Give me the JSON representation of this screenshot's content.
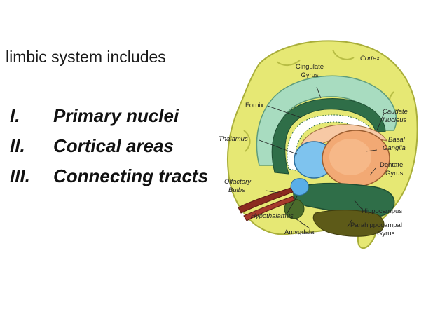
{
  "heading": "limbic system includes",
  "outline": [
    {
      "numeral": "I.",
      "text": "Primary nuclei"
    },
    {
      "numeral": "II.",
      "text": "Cortical areas"
    },
    {
      "numeral": "III.",
      "text": "Connecting tracts"
    }
  ],
  "diagram": {
    "labels": {
      "cortex": "Cortex",
      "cingulate_1": "Cingulate",
      "cingulate_2": "Gyrus",
      "fornix": "Fornix",
      "caudate_1": "Caudate",
      "caudate_2": "Nucleus",
      "thalamus": "Thalamus",
      "basal_1": "Basal",
      "basal_2": "Ganglia",
      "dentate_1": "Dentate",
      "dentate_2": "Gyrus",
      "olfactory_1": "Olfactory",
      "olfactory_2": "Bulbs",
      "hypothalamus": "Hypothalamus",
      "hippocampus": "Hippocampus",
      "amygdala": "Amygdala",
      "parahippocampal_1": "Parahippocampal",
      "parahippocampal_2": "Gyrus"
    }
  }
}
